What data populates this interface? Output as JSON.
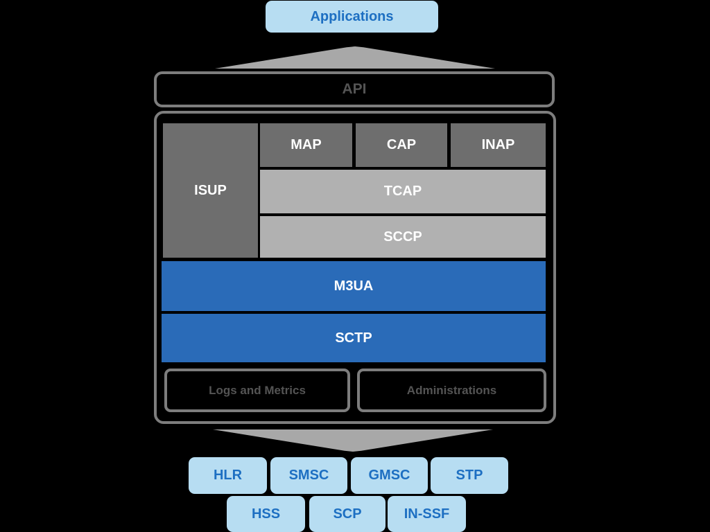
{
  "colors": {
    "bg": "#000000",
    "box_light_blue": "#b7ddf2",
    "text_blue": "#1d6fc2",
    "box_dark_gray": "#6e6e6e",
    "box_light_gray": "#b1b1b1",
    "box_blue": "#2a6bb8",
    "border_gray": "#7d7d7d",
    "text_dark_gray": "#545454",
    "arrow_gray": "#a8a8a8",
    "text_white": "#ffffff"
  },
  "top": {
    "applications": "Applications"
  },
  "api": {
    "label": "API"
  },
  "stack": {
    "isup": "ISUP",
    "map": "MAP",
    "cap": "CAP",
    "inap": "INAP",
    "tcap": "TCAP",
    "sccp": "SCCP",
    "m3ua": "M3UA",
    "sctp": "SCTP",
    "logs": "Logs and Metrics",
    "admin": "Administrations"
  },
  "network_elements": {
    "row1": [
      "HLR",
      "SMSC",
      "GMSC",
      "STP"
    ],
    "row2": [
      "HSS",
      "SCP",
      "IN-SSF"
    ]
  }
}
